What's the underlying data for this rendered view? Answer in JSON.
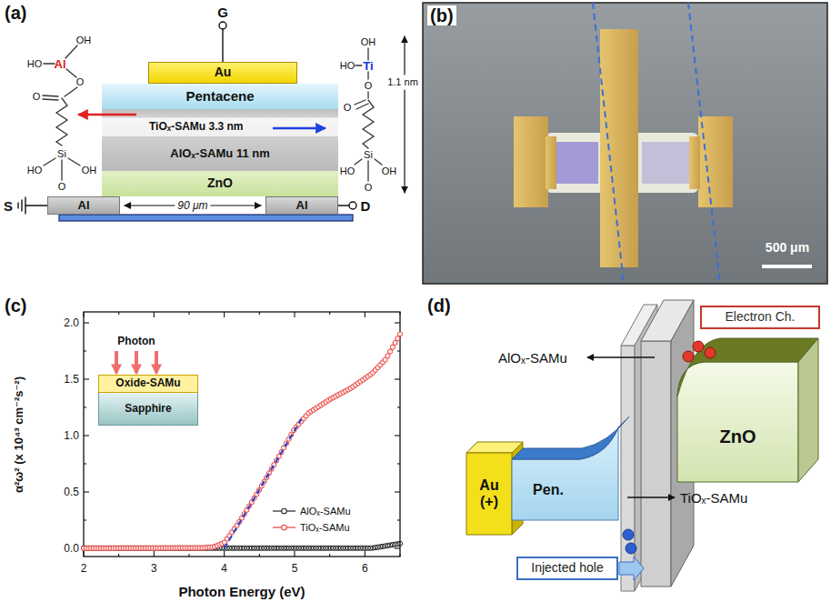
{
  "diagram": {
    "nodes": [
      {
        "text": [
          "Au"
        ]
      },
      {
        "text": [
          "Pentacene"
        ]
      },
      {
        "text": [
          "TiOₓ-SAMu 3.3 nm"
        ]
      },
      {
        "text": [
          "AlOₓ-SAMu 11 nm"
        ]
      },
      {
        "text": [
          "ZnO"
        ]
      },
      {
        "text": [
          "Al"
        ]
      },
      {
        "text": [
          "Al"
        ]
      },
      {
        "text": [
          "Oxide-SAMu"
        ]
      },
      {
        "text": [
          "Sapphire"
        ]
      },
      {
        "text": [
          "Electron Ch."
        ]
      },
      {
        "text": [
          "ZnO"
        ]
      },
      {
        "text": [
          "Au (+)"
        ]
      },
      {
        "text": [
          "Pen."
        ]
      },
      {
        "text": [
          "Injected hole"
        ]
      }
    ],
    "labels": [
      "(a)",
      "G",
      "OH",
      "HO",
      "Al",
      "O",
      "O",
      "Si",
      "HO",
      "OH",
      "O",
      "OH",
      "HO",
      "Ti",
      "O",
      "O",
      "Si",
      "HO",
      "OH",
      "O",
      "1.1 nm",
      "S",
      "D",
      "90 μm",
      "(b)",
      "500 μm",
      "(c)",
      "α²ω² (x 10⁴³ cm⁻²s⁻²)",
      "2.0",
      "1.5",
      "1.0",
      "0.5",
      "0.0",
      "2",
      "3",
      "4",
      "5",
      "6",
      "Photon Energy (eV)",
      "Photon",
      "(d)",
      "AlOₓ-SAMu",
      "TiOₓ-SAMu"
    ],
    "legend": [
      {
        "text": "AlOₓ-SAMu"
      },
      {
        "text": "TiOₓ-SAMu"
      }
    ]
  }
}
